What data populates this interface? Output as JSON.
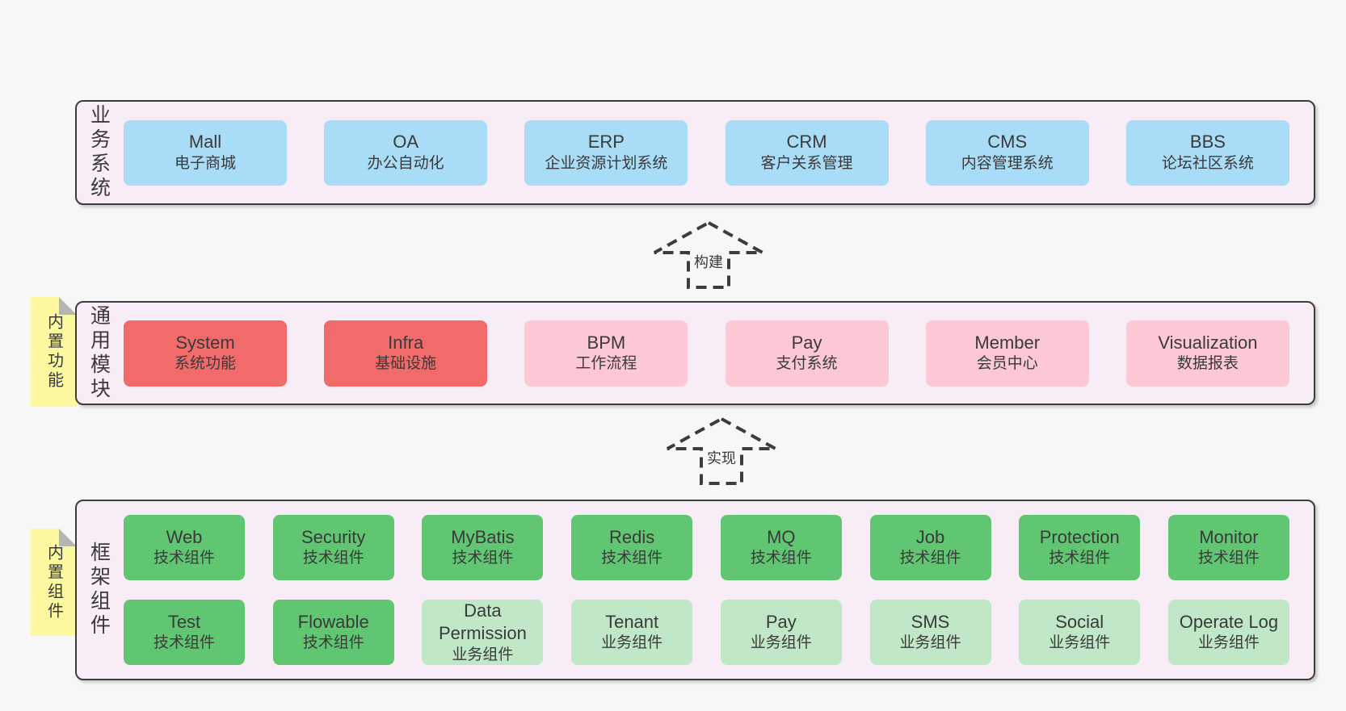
{
  "colors": {
    "page_bg": "#f7f7f7",
    "band_bg": "#f8edf6",
    "outline": "#3c3c3c",
    "blue_box": "#a9dcf6",
    "red_box": "#f16b6b",
    "pink_box": "#fcc8d3",
    "green_box": "#60c672",
    "light_green_box": "#c0e7c6",
    "sticky_yellow": "#fbf8a0",
    "sticky_fold": "#b5b5b5"
  },
  "bands": [
    {
      "label": "业务系统",
      "boxes": [
        {
          "name": "Mall",
          "desc": "电子商城"
        },
        {
          "name": "OA",
          "desc": "办公自动化"
        },
        {
          "name": "ERP",
          "desc": "企业资源计划系统"
        },
        {
          "name": "CRM",
          "desc": "客户关系管理"
        },
        {
          "name": "CMS",
          "desc": "内容管理系统"
        },
        {
          "name": "BBS",
          "desc": "论坛社区系统"
        }
      ]
    },
    {
      "label": "通用模块",
      "sticky": "内置功能",
      "boxes": [
        {
          "name": "System",
          "desc": "系统功能"
        },
        {
          "name": "Infra",
          "desc": "基础设施"
        },
        {
          "name": "BPM",
          "desc": "工作流程"
        },
        {
          "name": "Pay",
          "desc": "支付系统"
        },
        {
          "name": "Member",
          "desc": "会员中心"
        },
        {
          "name": "Visualization",
          "desc": "数据报表"
        }
      ]
    },
    {
      "label": "框架组件",
      "sticky": "内置组件",
      "rows": [
        [
          {
            "name": "Web",
            "desc": "技术组件"
          },
          {
            "name": "Security",
            "desc": "技术组件"
          },
          {
            "name": "MyBatis",
            "desc": "技术组件"
          },
          {
            "name": "Redis",
            "desc": "技术组件"
          },
          {
            "name": "MQ",
            "desc": "技术组件"
          },
          {
            "name": "Job",
            "desc": "技术组件"
          },
          {
            "name": "Protection",
            "desc": "技术组件"
          },
          {
            "name": "Monitor",
            "desc": "技术组件"
          }
        ],
        [
          {
            "name": "Test",
            "desc": "技术组件"
          },
          {
            "name": "Flowable",
            "desc": "技术组件"
          },
          {
            "name": "Data Permission",
            "desc": "业务组件"
          },
          {
            "name": "Tenant",
            "desc": "业务组件"
          },
          {
            "name": "Pay",
            "desc": "业务组件"
          },
          {
            "name": "SMS",
            "desc": "业务组件"
          },
          {
            "name": "Social",
            "desc": "业务组件"
          },
          {
            "name": "Operate Log",
            "desc": "业务组件"
          }
        ]
      ]
    }
  ],
  "arrows": [
    {
      "label": "构建"
    },
    {
      "label": "实现"
    }
  ]
}
